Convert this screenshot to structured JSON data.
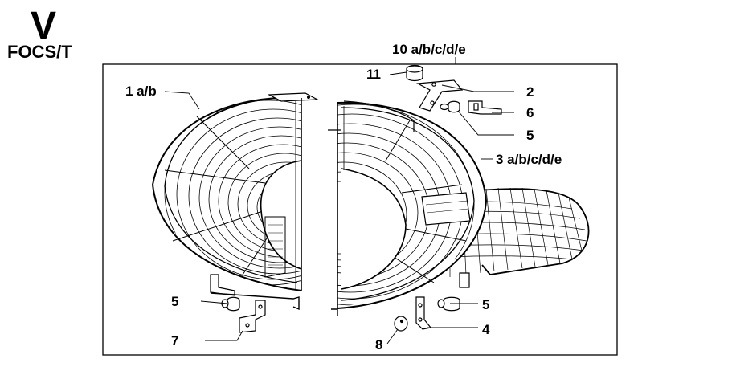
{
  "header": {
    "logo_letter": "V",
    "model": "FOCS/T"
  },
  "diagram": {
    "assembly_label": "10 a/b/c/d/e",
    "callouts": [
      {
        "id": "1",
        "text": "1 a/b"
      },
      {
        "id": "11",
        "text": "11"
      },
      {
        "id": "2",
        "text": "2"
      },
      {
        "id": "6",
        "text": "6"
      },
      {
        "id": "5a",
        "text": "5"
      },
      {
        "id": "3",
        "text": "3 a/b/c/d/e"
      },
      {
        "id": "5b",
        "text": "5"
      },
      {
        "id": "7",
        "text": "7"
      },
      {
        "id": "5c",
        "text": "5"
      },
      {
        "id": "4",
        "text": "4"
      },
      {
        "id": "8",
        "text": "8"
      }
    ]
  }
}
